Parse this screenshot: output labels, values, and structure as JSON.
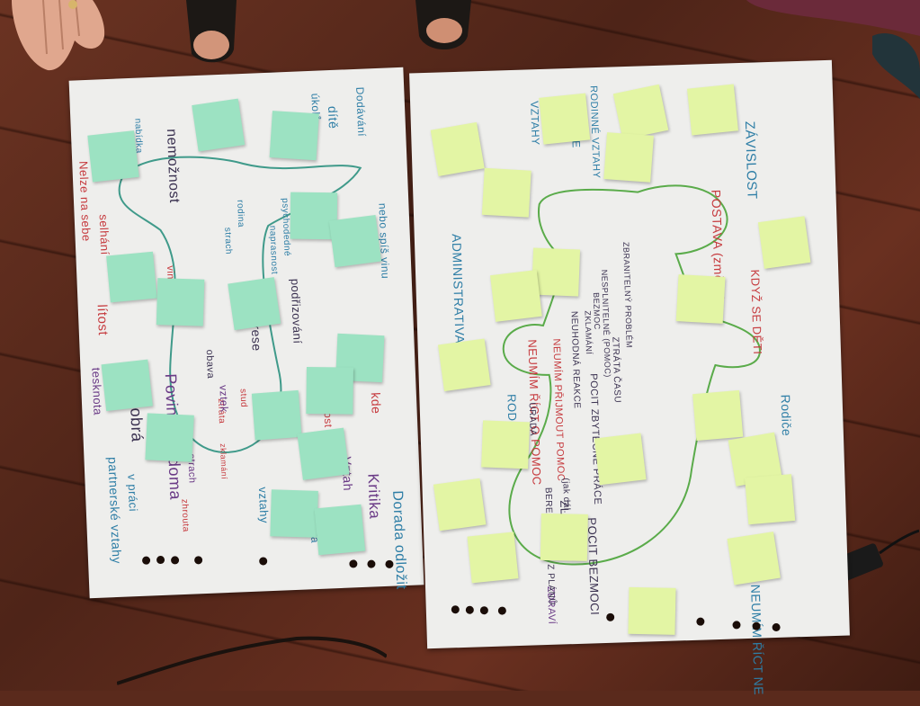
{
  "left_sheet": {
    "words": [
      {
        "text": "nemožnost",
        "color": "dark"
      },
      {
        "text": "být dobrá",
        "color": "dark"
      },
      {
        "text": "Povinnosti doma",
        "color": "violet"
      },
      {
        "text": "Kritika",
        "color": "violet"
      },
      {
        "text": "Dorada odložit",
        "color": "blue"
      },
      {
        "text": "psychodedné",
        "color": "blue"
      },
      {
        "text": "podřizování",
        "color": "dark"
      },
      {
        "text": "deprese",
        "color": "dark"
      },
      {
        "text": "naprasnost",
        "color": "blue"
      },
      {
        "text": "rodina",
        "color": "blue"
      },
      {
        "text": "strach",
        "color": "blue"
      },
      {
        "text": "v práci",
        "color": "blue"
      },
      {
        "text": "vztahy",
        "color": "blue"
      },
      {
        "text": "partnerské vztahy",
        "color": "blue"
      },
      {
        "text": "lítost",
        "color": "red"
      },
      {
        "text": "zklamání",
        "color": "red"
      },
      {
        "text": "vinu",
        "color": "red"
      },
      {
        "text": "ztráta",
        "color": "red"
      },
      {
        "text": "stud",
        "color": "red"
      },
      {
        "text": "strach",
        "color": "violet"
      },
      {
        "text": "vztek",
        "color": "violet"
      },
      {
        "text": "zlost",
        "color": "red"
      },
      {
        "text": "kde",
        "color": "red"
      },
      {
        "text": "Dodávání",
        "color": "blue"
      },
      {
        "text": "dítě",
        "color": "blue"
      },
      {
        "text": "nabídka",
        "color": "blue"
      },
      {
        "text": "Vztah",
        "color": "violet"
      },
      {
        "text": "jistota",
        "color": "blue"
      },
      {
        "text": "obava",
        "color": "dark"
      },
      {
        "text": "Nelze na sebe",
        "color": "red"
      },
      {
        "text": "selhání",
        "color": "red"
      },
      {
        "text": "tesknota",
        "color": "violet"
      },
      {
        "text": "nebo spíš vinu",
        "color": "blue"
      },
      {
        "text": "zhrouta",
        "color": "red"
      },
      {
        "text": "úkolů",
        "color": "blue"
      }
    ]
  },
  "right_sheet": {
    "words": [
      {
        "text": "ZÁVISLOST",
        "color": "blue"
      },
      {
        "text": "POSTAVA (změna)",
        "color": "red"
      },
      {
        "text": "ADMINISTRATIVA",
        "color": "blue"
      },
      {
        "text": "NEUMÍM ŘÍCT O POMOC",
        "color": "red"
      },
      {
        "text": "NEUMÍM PŘIJMOUT POMOC",
        "color": "red"
      },
      {
        "text": "POCIT ZBYTEČNÉ PRÁCE",
        "color": "dark"
      },
      {
        "text": "POCIT BEZMOCI",
        "color": "dark"
      },
      {
        "text": "ZLOST",
        "color": "dark"
      },
      {
        "text": "NEUMÍM ŘÍCT NE",
        "color": "blue"
      },
      {
        "text": "ZDRAVÍ",
        "color": "violet"
      },
      {
        "text": "KDYŽ SE DĚTI",
        "color": "red"
      },
      {
        "text": "Rodiče",
        "color": "blue"
      },
      {
        "text": "ZTRÁTA ČASU",
        "color": "dark"
      },
      {
        "text": "NEUHODNÁ REAKCE",
        "color": "dark"
      },
      {
        "text": "ZKLAMÁNÍ",
        "color": "dark"
      },
      {
        "text": "NESPLNITELNÉ (POMOC)",
        "color": "dark"
      },
      {
        "text": "BEZMOC",
        "color": "dark"
      },
      {
        "text": "ZBRANITELNÝ PROBLÉM",
        "color": "dark"
      },
      {
        "text": "ÚRADA",
        "color": "dark"
      },
      {
        "text": "VZTAHY",
        "color": "blue"
      },
      {
        "text": "PRÁCE",
        "color": "blue"
      },
      {
        "text": "BERE NÁM HŘE Z PLÁNŮ",
        "color": "dark"
      },
      {
        "text": "(jak dál...)",
        "color": "dark"
      },
      {
        "text": "RODINNÉ VZTAHY",
        "color": "blue"
      },
      {
        "text": "RODIČ",
        "color": "blue"
      }
    ]
  },
  "colors": {
    "floor": "#5a2a1c",
    "paper": "#eeeeec",
    "note_green": "#9ce2c2",
    "note_yellow": "#e3f5a4",
    "marker_blue": "#2e7ea6",
    "marker_green": "#3f9a6e",
    "marker_red": "#c63a3e",
    "marker_violet": "#6a3a86"
  },
  "objects": {
    "left": [
      "hand",
      "shoe-left",
      "shoe-right"
    ],
    "right": [
      "bag",
      "power-adapter",
      "cable"
    ]
  }
}
